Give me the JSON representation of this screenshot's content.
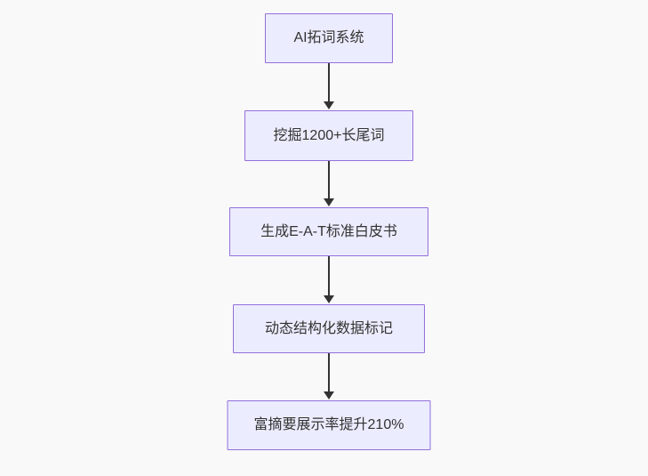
{
  "diagram": {
    "type": "flowchart",
    "direction": "top-down",
    "nodes": [
      {
        "id": "step-1",
        "label": "AI拓词系统"
      },
      {
        "id": "step-2",
        "label": "挖掘1200+长尾词"
      },
      {
        "id": "step-3",
        "label": "生成E-A-T标准白皮书"
      },
      {
        "id": "step-4",
        "label": "动态结构化数据标记"
      },
      {
        "id": "step-5",
        "label": "富摘要展示率提升210%"
      }
    ],
    "edges": [
      {
        "from": "step-1",
        "to": "step-2",
        "style": "arrow-down"
      },
      {
        "from": "step-2",
        "to": "step-3",
        "style": "arrow-down"
      },
      {
        "from": "step-3",
        "to": "step-4",
        "style": "arrow-down"
      },
      {
        "from": "step-4",
        "to": "step-5",
        "style": "arrow-down"
      }
    ],
    "colors": {
      "node_fill": "#ECECFF",
      "node_border": "#9370DB",
      "arrow": "#333333",
      "text": "#333333",
      "background": "#f9f9f9"
    }
  }
}
